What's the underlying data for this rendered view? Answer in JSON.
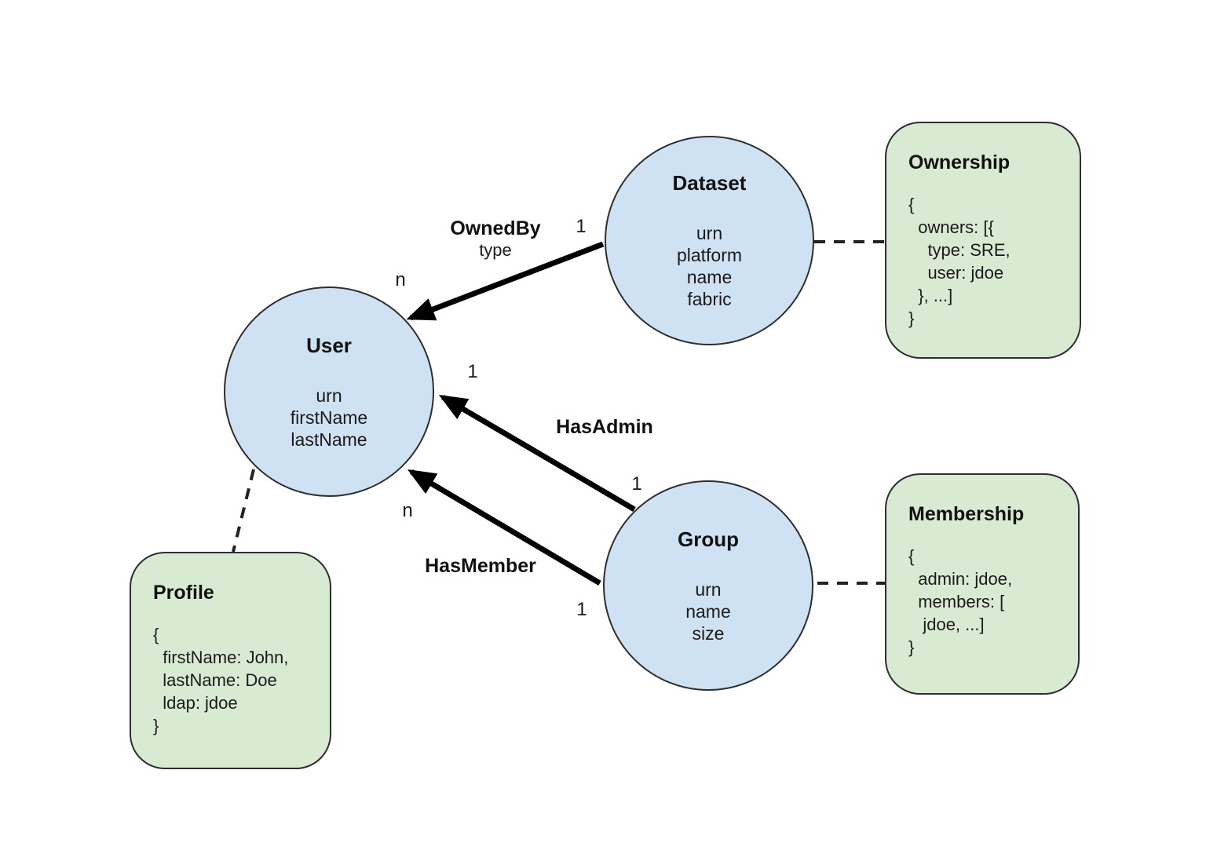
{
  "style": {
    "background": "#ffffff",
    "entity_fill": "#cfe2f3",
    "aspect_fill": "#d9ead3",
    "shape_border": "#2e2e2e",
    "arrow_color": "#000000",
    "dashed_link_color": "#222222",
    "text_color": "#1a1a1a"
  },
  "entities": {
    "dataset": {
      "title": "Dataset",
      "attributes": [
        "urn",
        "platform",
        "name",
        "fabric"
      ]
    },
    "user": {
      "title": "User",
      "attributes": [
        "urn",
        "firstName",
        "lastName"
      ]
    },
    "group": {
      "title": "Group",
      "attributes": [
        "urn",
        "name",
        "size"
      ]
    }
  },
  "aspects": {
    "ownership": {
      "title": "Ownership",
      "body_lines": [
        "{",
        "  owners: [{",
        "    type: SRE,",
        "    user: jdoe",
        "  }, ...]",
        "}"
      ]
    },
    "membership": {
      "title": "Membership",
      "body_lines": [
        "{",
        "  admin: jdoe,",
        "  members: [",
        "   jdoe, ...]",
        "}"
      ]
    },
    "profile": {
      "title": "Profile",
      "body_lines": [
        "{",
        "  firstName: John,",
        "  lastName: Doe",
        "  ldap: jdoe",
        "}"
      ]
    }
  },
  "relationships": {
    "owned_by": {
      "label": "OwnedBy",
      "attribute": "type",
      "source_cardinality": "1",
      "target_cardinality": "n"
    },
    "has_admin": {
      "label": "HasAdmin",
      "source_cardinality": "1",
      "target_cardinality": "1"
    },
    "has_member": {
      "label": "HasMember",
      "source_cardinality": "1",
      "target_cardinality": "n"
    }
  }
}
